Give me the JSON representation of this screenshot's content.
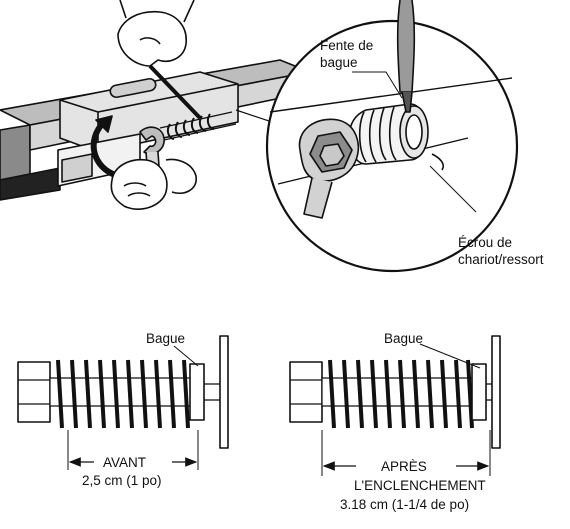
{
  "labels": {
    "slot_line1": "Fente de",
    "slot_line2": "bague",
    "nut_line1": "Écrou de",
    "nut_line2": "chariot/ressort",
    "collar_left": "Bague",
    "collar_right": "Bague",
    "before_title": "AVANT",
    "before_measure": "2,5 cm (1 po)",
    "after_title_1": "APRÈS",
    "after_title_2": "L'ENCLENCHEMENT",
    "after_measure": "3.18 cm (1-1/4 de po)"
  }
}
